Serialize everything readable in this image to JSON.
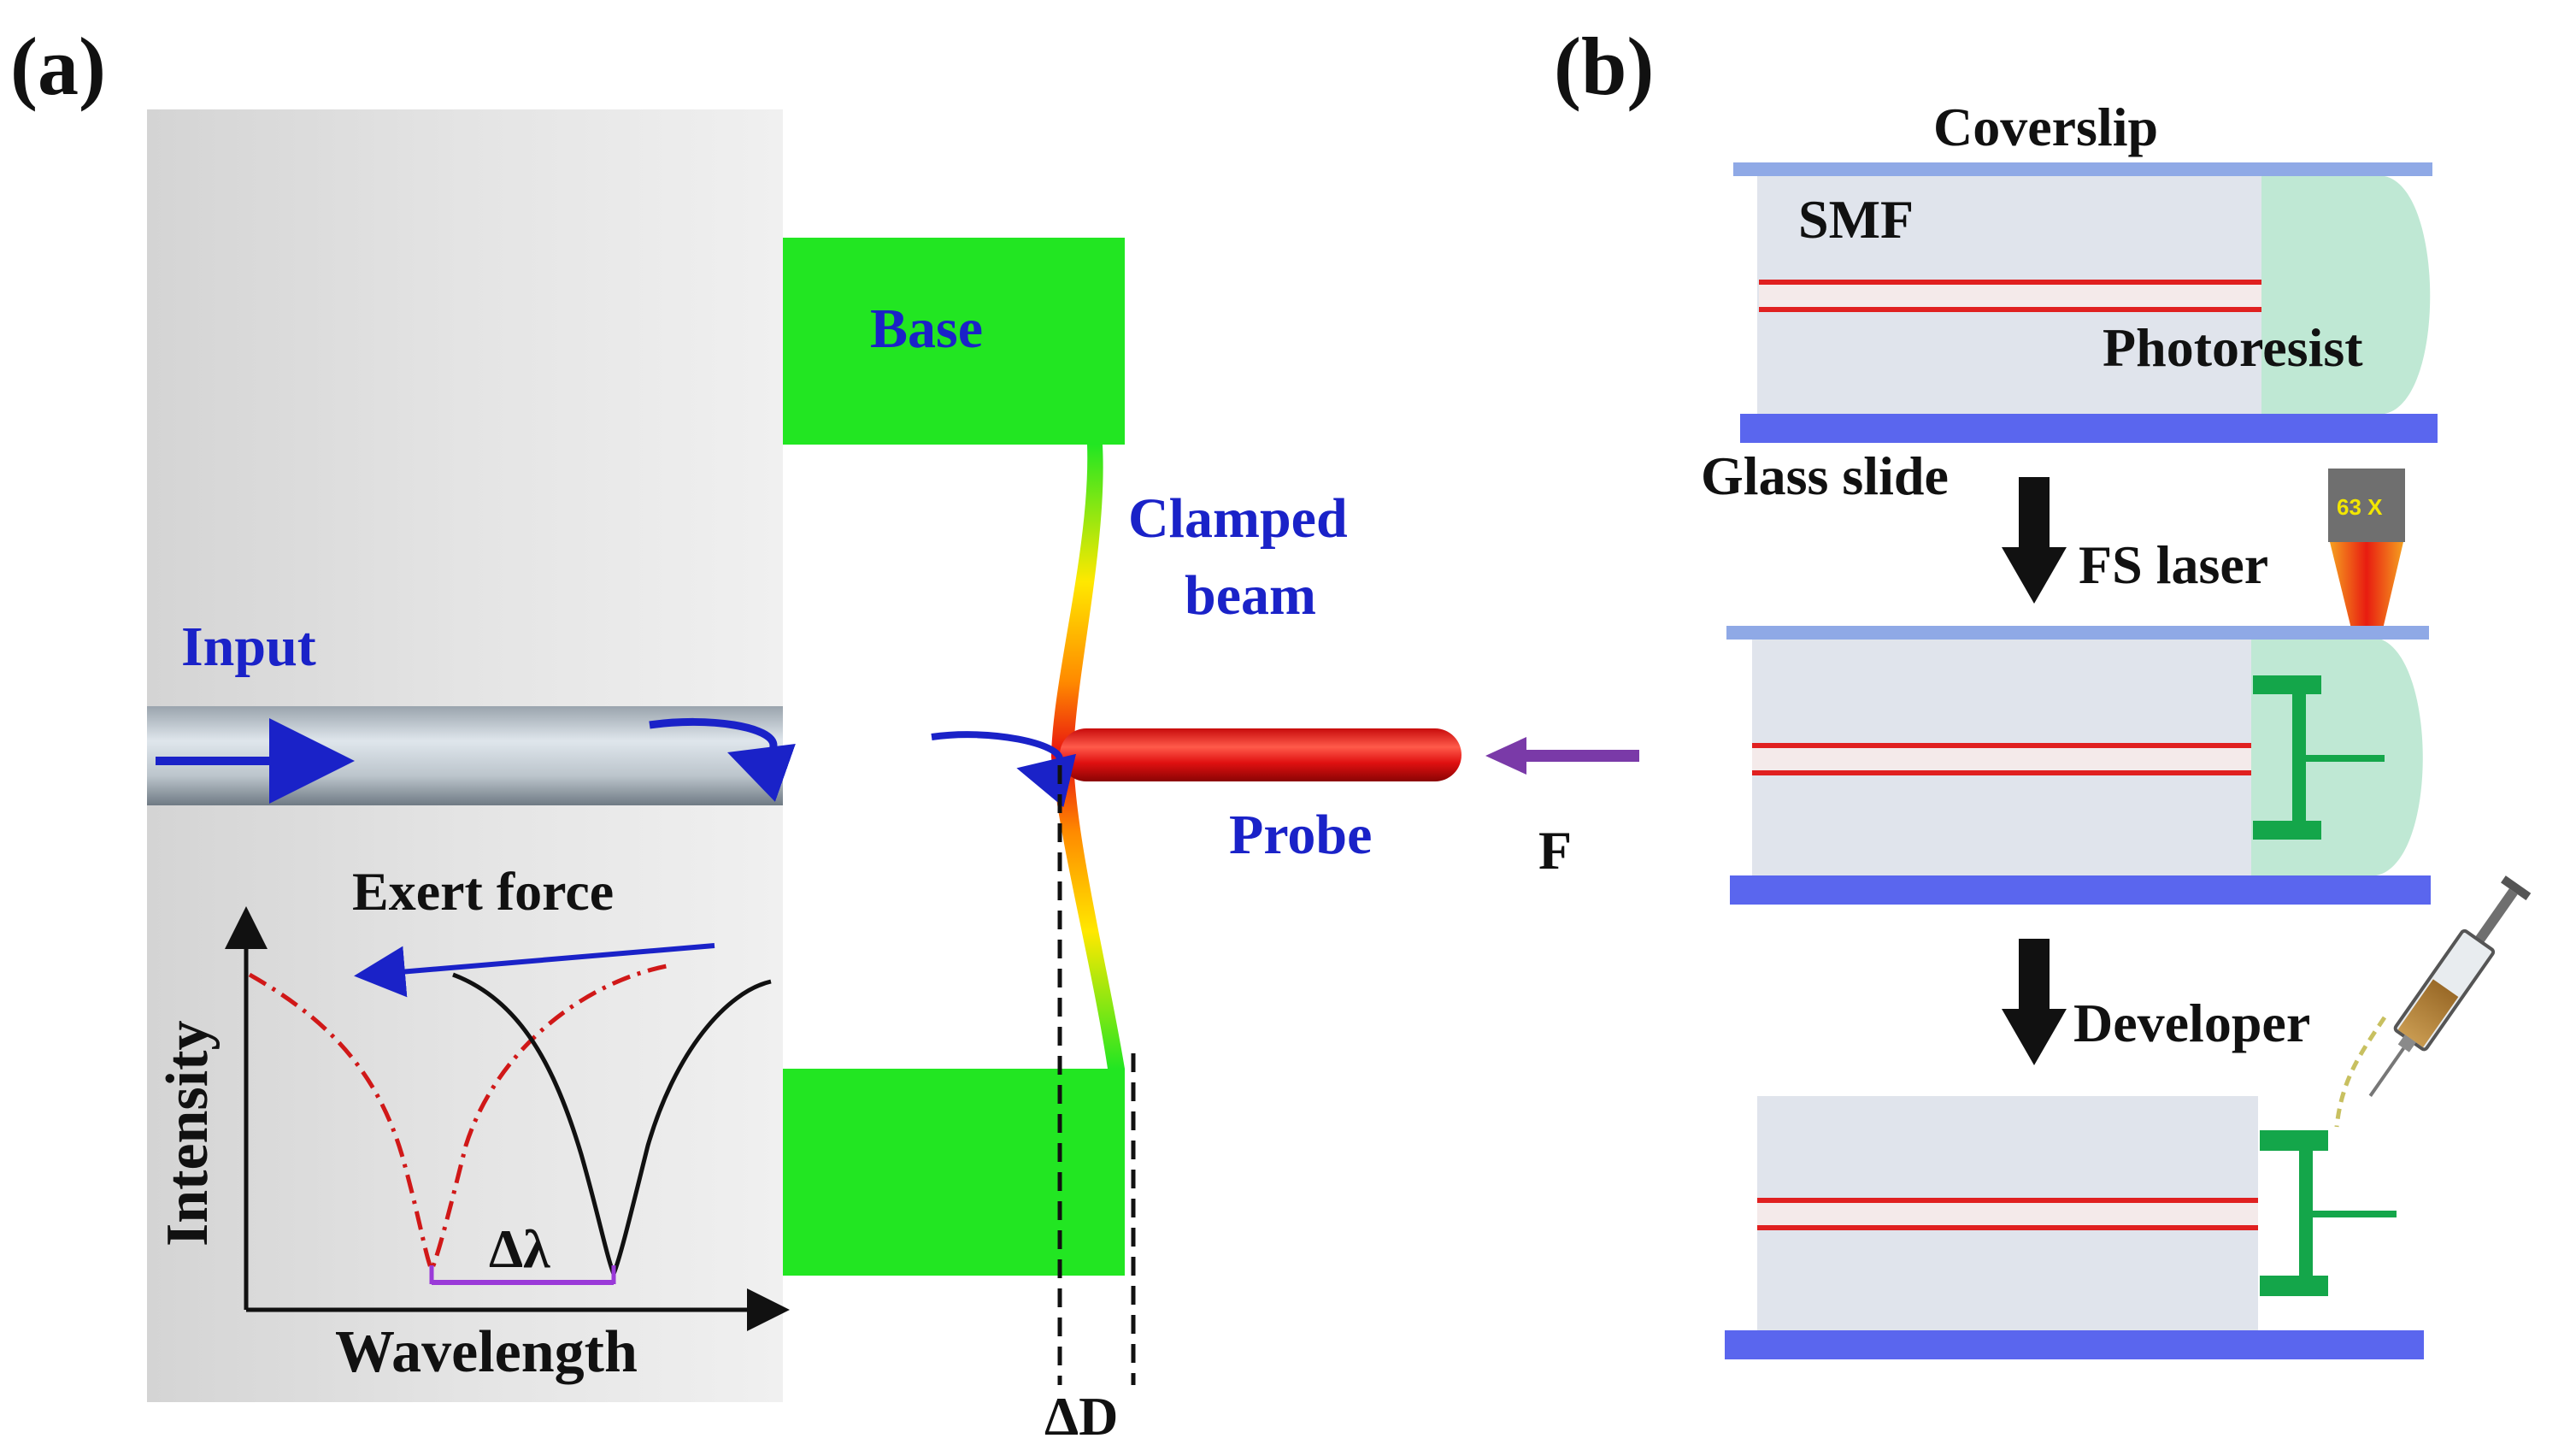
{
  "panels": {
    "a": {
      "label": "(a)",
      "base_label": "Base",
      "clamped_beam_label_line1": "Clamped",
      "clamped_beam_label_line2": "beam",
      "input_label": "Input",
      "probe_label": "Probe",
      "force_label": "F",
      "displacement_label": "ΔD",
      "inset": {
        "title": "Exert force",
        "xlabel": "Wavelength",
        "ylabel": "Intensity",
        "shift_label": "Δλ"
      }
    },
    "b": {
      "label": "(b)",
      "coverslip_label": "Coverslip",
      "smf_label": "SMF",
      "photoresist_label": "Photoresist",
      "glass_slide_label": "Glass slide",
      "fs_laser_label": "FS laser",
      "objective_label": "63 X",
      "developer_label": "Developer"
    }
  },
  "colors": {
    "base_green": "#22e622",
    "text_blue": "#1a22c8",
    "force_arrow": "#7a3aa8",
    "slide_blue": "#5a66ee",
    "coverslip_blue": "#8fa9e6",
    "photoresist": "#bfe8d4",
    "structure_green": "#14a64a",
    "fiber_core_red": "#e02020",
    "laser_red": "#e83010",
    "dashed_curve": "#d01818"
  }
}
